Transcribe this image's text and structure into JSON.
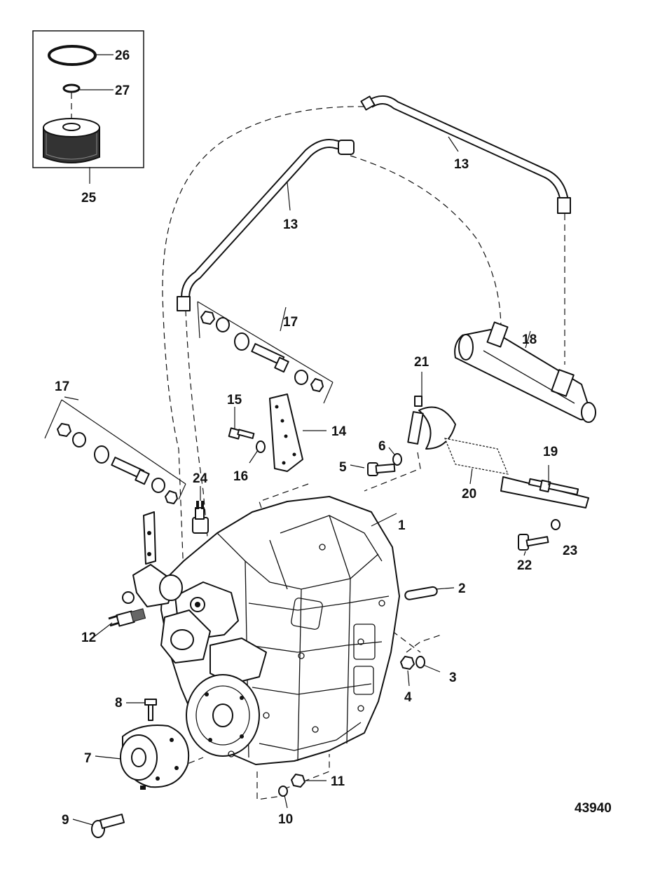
{
  "figure_number": "43940",
  "labels": {
    "p1": "1",
    "p2": "2",
    "p3": "3",
    "p4": "4",
    "p5": "5",
    "p6": "6",
    "p7": "7",
    "p8": "8",
    "p9": "9",
    "p10": "10",
    "p11": "11",
    "p12": "12",
    "p13a": "13",
    "p13b": "13",
    "p14": "14",
    "p15": "15",
    "p16": "16",
    "p17a": "17",
    "p17b": "17",
    "p18": "18",
    "p19": "19",
    "p20": "20",
    "p21": "21",
    "p22": "22",
    "p23": "23",
    "p24": "24",
    "p25": "25",
    "p26": "26",
    "p27": "27"
  }
}
